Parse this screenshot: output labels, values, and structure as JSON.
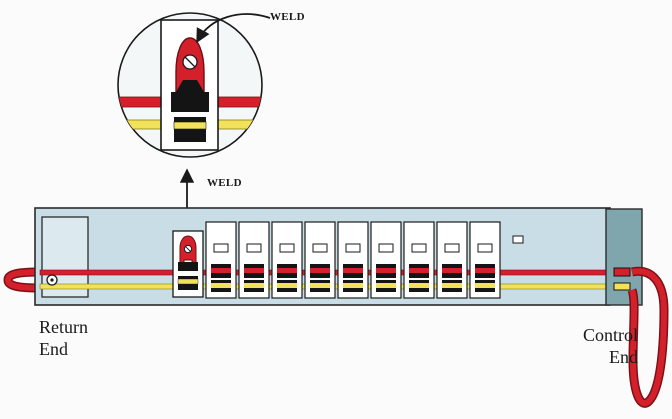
{
  "labels": {
    "weld_detail": "WELD",
    "weld_main": "WELD",
    "return_line1": "Return",
    "return_line2": "End",
    "control_line1": "Control",
    "control_line2": "End"
  },
  "colors": {
    "panel": "#c8dde6",
    "panel_edge": "#2b2b2b",
    "control_block": "#7fa5ad",
    "wire_red": "#d4202a",
    "wire_yellow": "#f2e25a",
    "breaker_body": "#ffffff",
    "terminal_black": "#141414"
  },
  "breakers": {
    "standard_count": 9,
    "welded_count": 1
  }
}
